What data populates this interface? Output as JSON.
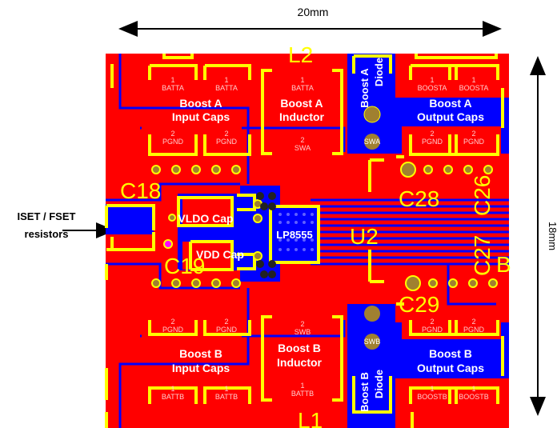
{
  "dimensions": {
    "width_label": "20mm",
    "height_label": "18mm"
  },
  "side_label": {
    "line1": "ISET / FSET",
    "line2": "resistors"
  },
  "refdes": {
    "c18": "C18",
    "c19": "C19",
    "c26": "C26",
    "c27": "C27",
    "c28": "C28",
    "c29": "C29",
    "u2": "U2",
    "l1": "L1",
    "l2": "L2",
    "b": "B"
  },
  "regions": {
    "boost_a_input_caps": [
      "Boost A",
      "Input Caps"
    ],
    "boost_a_inductor": [
      "Boost A",
      "Inductor"
    ],
    "boost_a_diode": [
      "Boost A",
      "Diode"
    ],
    "boost_a_output_caps": [
      "Boost A",
      "Output Caps"
    ],
    "boost_b_input_caps": [
      "Boost B",
      "Input Caps"
    ],
    "boost_b_inductor": [
      "Boost B",
      "Inductor"
    ],
    "boost_b_diode": [
      "Boost B",
      "Diode"
    ],
    "boost_b_output_caps": [
      "Boost B",
      "Output Caps"
    ],
    "vldo_cap": "VLDO Cap",
    "vdd_cap": "VDD Cap",
    "ic_label": "LP8555"
  },
  "pads": {
    "batta": [
      "1",
      "BATTA"
    ],
    "pgnd": [
      "2",
      "PGND"
    ],
    "boosta": [
      "1",
      "BOOSTA"
    ],
    "swa": [
      "2",
      "SWA"
    ],
    "swb": [
      "2",
      "SWB"
    ],
    "battb": [
      "1",
      "BATTB"
    ],
    "boostb": [
      "1",
      "BOOSTB"
    ]
  },
  "test_points": {
    "swa": "SWA",
    "swb": "SWB"
  },
  "colors": {
    "copper_top": "#ff0000",
    "copper_bottom": "#0000ff",
    "silkscreen": "#ffff00",
    "via": "#a08030"
  }
}
